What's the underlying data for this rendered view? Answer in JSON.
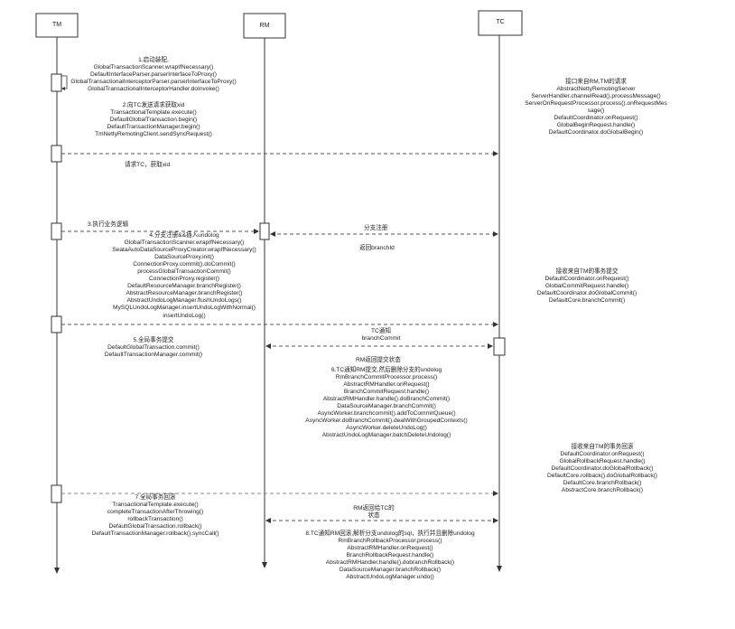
{
  "participants": {
    "tm": "TM",
    "rm": "RM",
    "tc": "TC"
  },
  "notes": {
    "n1": [
      "1.启动装配,",
      "GlobalTransactionScanner.wrapIfNecessary()",
      "DefaultInterfaceParser.parserInterfaceToProxy()",
      "GlobalTransactionalInterceptorParser.parserInterfaceToProxy()",
      "GlobalTransactionalInterceptorHandler.doInvoke()"
    ],
    "n2": [
      "2.向TC发送请求获取xid",
      "TransactionalTemplate.execute()",
      "DefaultGlobalTransaction.begin()",
      "DefaultTransactionManager.begin()",
      "TmNettyRemotingClient.sendSyncRequest()"
    ],
    "tc1": [
      "接口来自RM,TM的请求",
      "AbstractNettyRemotingServer",
      "ServerHandler.channelRead().processMessage()",
      "ServerOnRequestProcessor.process().onRequestMes",
      "sage()",
      "DefaultCoordinator.onRequest()",
      "GlobalBeginRequest.handle()",
      "DefaultCoordinator.doGlobalBegin()"
    ],
    "req_xid": "请求TC，获取xid",
    "n3": "3.执行业务逻辑",
    "branch_register": "分支注册",
    "return_branchid": "返回branchId",
    "n4": [
      "4.分支注册&&插入undolog",
      "GlobalTransactionScanner.wrapIfNecessary()",
      "SeataAutoDataSourceProxyCreator.wrapIfNecessary()",
      "DataSourceProxy.init()",
      "ConnectionProxy.commit().doCommit()",
      "processGlobalTransactionCommit()",
      "ConnectionProxy.register()",
      "DefaultResourceManager.branchRegister()",
      "AbstractResourceManager.branchRegister()",
      "AbstractUndoLogManager.flushUndoLogs()",
      "MySQLUndoLogManager.insertUndoLogWithNormal()",
      "insertUndoLog()"
    ],
    "tc2": [
      "接收来自TM的事务提交",
      "DefaultCoordinator.onRequest()",
      "GlobalCommitRequest.handle()",
      "DefaultCoordinator.doGlobalCommit()",
      "DefaultCore.branchCommit()"
    ],
    "n5": [
      "5.全局事务提交",
      "DefaultGlobalTransaction.commit()",
      "DefaultTransactionManager.commit()"
    ],
    "tc_notify": [
      "TC通知",
      "branchCommit"
    ],
    "rm_return_commit": "RM返回提交状态",
    "n6": [
      "6.TC通知RM提交,然后删除分支的undolog",
      "RmBranchCommitProcessor.process()",
      "AbstractRMHandler.onRequest()",
      "BranchCommitRequest.handle()",
      "AbstractRMHandler.handle().doBranchCommit()",
      "DataSourceManager.branchCommit()",
      "AsyncWorker.branchcommit().addToCommitQueue()",
      "AsyncWorker.doBranchCommit().dealWithGroupedContexts()",
      "AsyncWorker.deleteUndoLog()",
      "AbstractUndoLogManager.batchDeleteUndolog()"
    ],
    "tc3": [
      "接收来自TM的事务回滚",
      "DefaultCoordinator.onRequest()",
      "GlobalRollbackRequest.handle()",
      "DefaultCoordinator.doGlobalRollback()",
      "DefaultCore.rollback().doGlobalRollback()",
      "DefaultCore.branchRollback()",
      "AbstractCore.branchRollback()"
    ],
    "n7": [
      "7.全局事务回滚",
      "TransactionalTemplate.execute()",
      "completeTransactionAfterThrowing()",
      "rollbackTransaction()",
      "DefaultGlobalTransaction.rollback()",
      "DefaultTransactionManager.rollback().syncCall()"
    ],
    "rm_return_tc": [
      "RM返回给TC的",
      "状态"
    ],
    "n8": [
      "8.TC通知RM回滚,解析分支undolog的sql，执行并且删除undolog",
      "RmBranchRollbackProcessor.process()",
      "AbstractRMHandler.onRequest()",
      "BranchRollbackRequest.handle()",
      "AbstractRMHandler.handle().dobranchRollback()",
      "DataSourceManager.branchRollback()",
      "AbstractUndoLogManager.undo()"
    ]
  },
  "colors": {
    "line": "#333333",
    "dashed": "#555555",
    "box_border": "#333333",
    "background": "#ffffff"
  }
}
